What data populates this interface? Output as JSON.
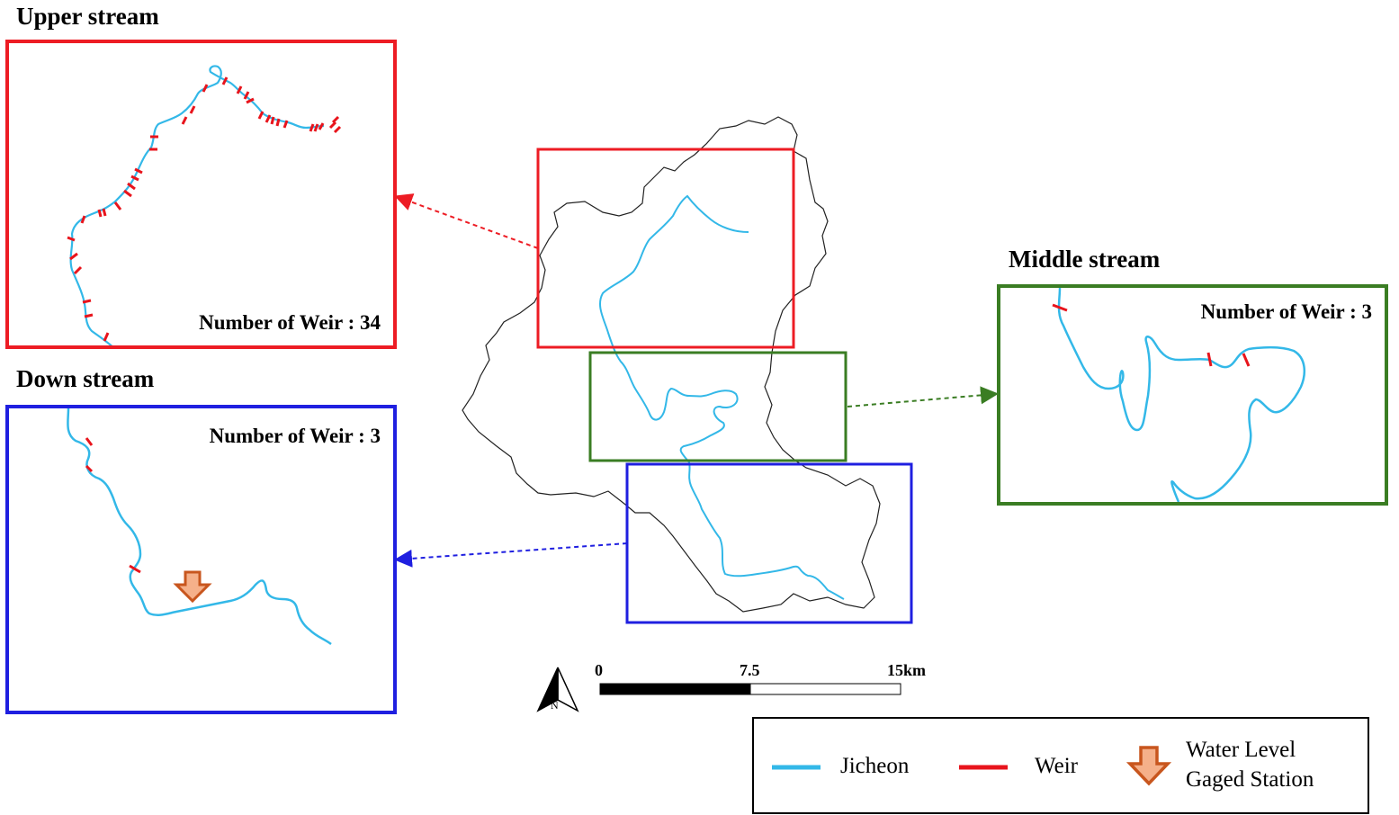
{
  "colors": {
    "river": "#33b8e8",
    "weir": "#e8141c",
    "upper": "#ed1c24",
    "middle": "#3a7d23",
    "down": "#1f1fe0",
    "station": "#c8561e",
    "station_fill": "#f5b08a"
  },
  "insets": {
    "upper": {
      "title": "Upper stream",
      "weir_count": "Number of Weir : 34"
    },
    "middle": {
      "title": "Middle stream",
      "weir_count": "Number of Weir : 3"
    },
    "down": {
      "title": "Down stream",
      "weir_count": "Number of Weir : 3"
    }
  },
  "scale_bar": {
    "labels": [
      "0",
      "7.5",
      "15km"
    ]
  },
  "north_arrow": {
    "label": "N"
  },
  "legend": {
    "river": "Jicheon",
    "weir": "Weir",
    "station_line1": "Water Level",
    "station_line2": "Gaged Station"
  }
}
